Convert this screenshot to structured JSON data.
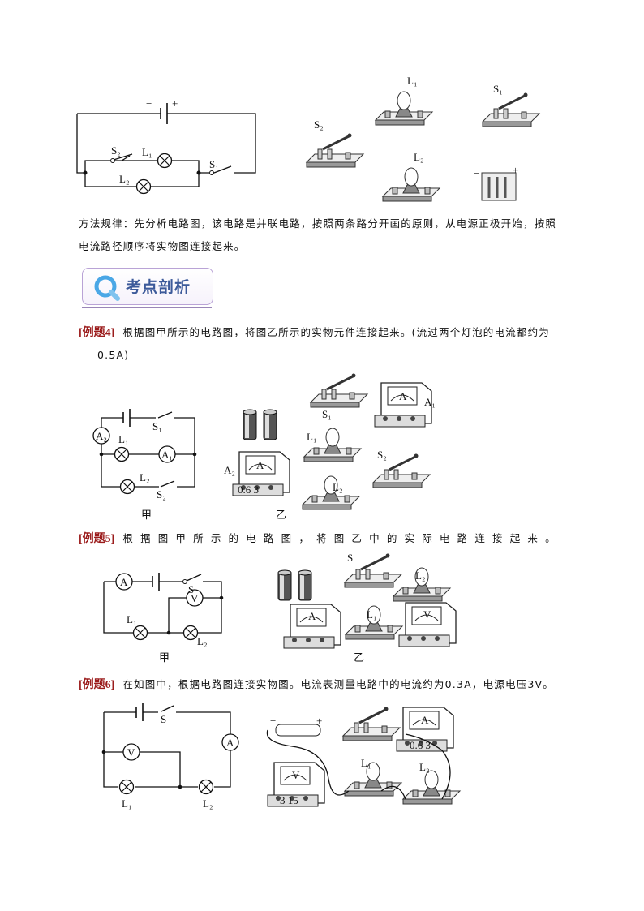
{
  "diagram1": {
    "circuit_labels": {
      "minus": "−",
      "plus": "+",
      "s2": "S₂",
      "l1": "L₁",
      "l2": "L₂",
      "s1": "S₁"
    },
    "objects": {
      "l1": "L₁",
      "s1": "S₁",
      "s2": "S₂",
      "l2": "L₂",
      "minus": "−",
      "plus": "+"
    }
  },
  "method": {
    "line1": "方法规律：先分析电路图，该电路是并联电路，按照两条路分开画的原则，从电源正极开始，按照",
    "line2": "电流路径顺序将实物图连接起来。"
  },
  "banner": {
    "title": "考点剖析",
    "icon": "search-icon",
    "accent": "#3c5a9a"
  },
  "example4": {
    "tag": "[例题4]",
    "line1": "根据图甲所示的电路图，将图乙所示的实物元件连接起来。(流过两个灯泡的电流都约为",
    "line2": "0.5A)",
    "circuit_labels": {
      "a2": "A₂",
      "a1": "A₁",
      "s1": "S₁",
      "l1": "L₁",
      "l2": "L₂",
      "s2": "S₂",
      "meter_a": "A"
    },
    "objects": {
      "s1": "S₁",
      "a1": "A₁",
      "l1": "L₁",
      "a2": "A₂",
      "s2": "S₂",
      "l2": "L₂",
      "meter_a": "A",
      "scale": "0.6  3"
    },
    "caption_left": "甲",
    "caption_right": "乙"
  },
  "example5": {
    "tag": "[例题5]",
    "line1": "根据图甲所示的电路图，将图乙中的实际电路连接起来。",
    "circuit_labels": {
      "a": "A",
      "v": "V",
      "s": "S",
      "l1": "L₁",
      "l2": "L₂"
    },
    "objects": {
      "s": "S",
      "l2": "L₂",
      "l1": "L₁",
      "meter_a": "A",
      "meter_v": "V"
    },
    "caption_left": "甲",
    "caption_right": "乙"
  },
  "example6": {
    "tag": "[例题6]",
    "line1": "在如图中，根据电路图连接实物图。电流表测量电路中的电流约为0.3A，电源电压3V。",
    "circuit_labels": {
      "s": "S",
      "v": "V",
      "a": "A",
      "l1": "L₁",
      "l2": "L₂"
    },
    "objects": {
      "minus": "−",
      "plus": "+",
      "l1": "L₁",
      "l2": "L₂",
      "meter_a": "A",
      "meter_v": "V",
      "scale_a": "0.6  3",
      "scale_v": "3  15"
    }
  }
}
